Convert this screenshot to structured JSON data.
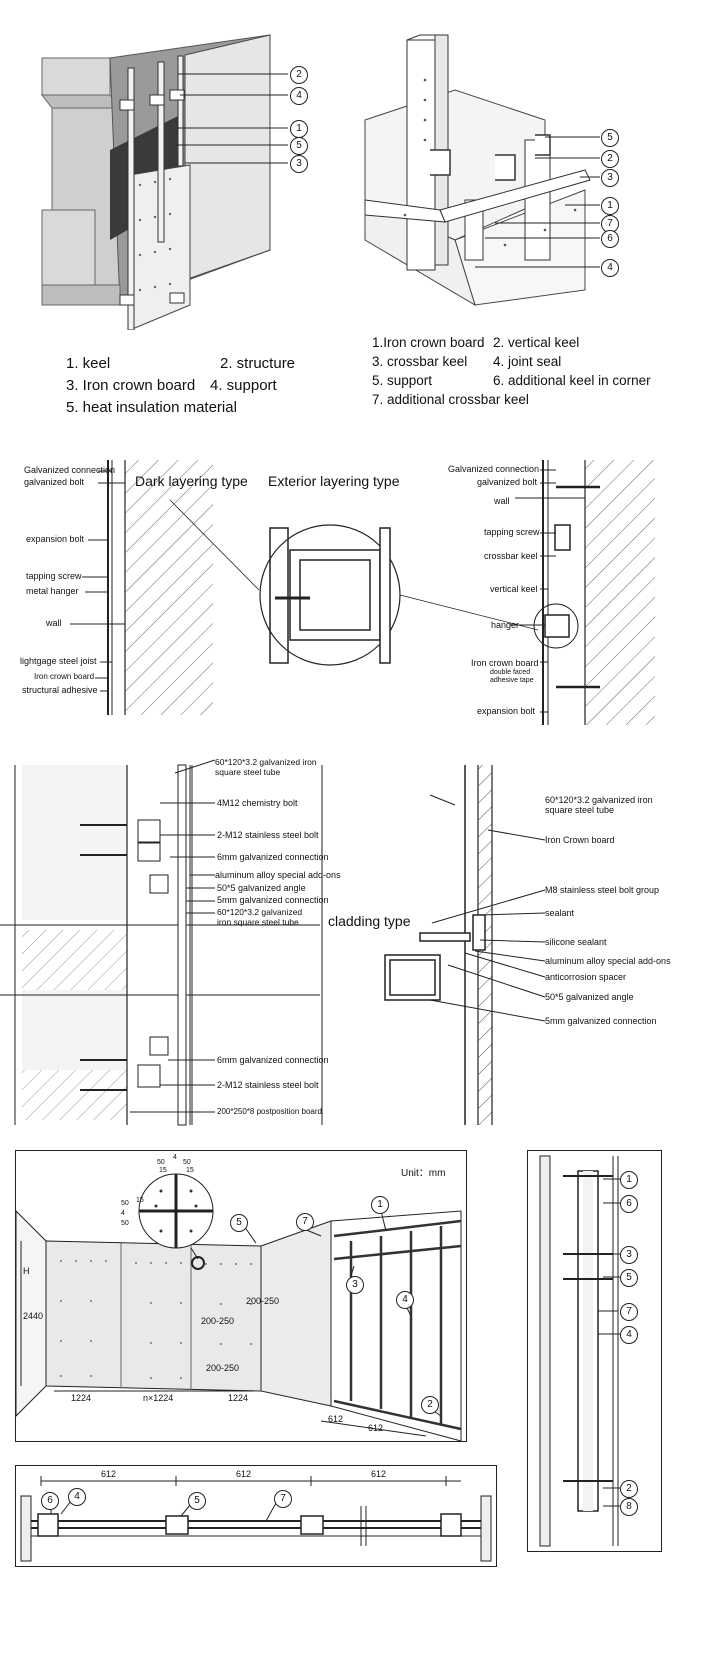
{
  "panel1": {
    "callouts": [
      "2",
      "4",
      "1",
      "5",
      "3"
    ],
    "legend": [
      "1. keel",
      "2. structure",
      "3.  Iron crown board",
      "4. support",
      "5. heat insulation material"
    ]
  },
  "panel2": {
    "callouts": [
      "5",
      "2",
      "3",
      "1",
      "7",
      "6",
      "4"
    ],
    "legend": [
      "1.Iron crown board",
      "2. vertical keel",
      "3. crossbar keel",
      "4. joint seal",
      "5. support",
      "6. additional keel in corner",
      "7. additional crossbar keel"
    ]
  },
  "panel3": {
    "left_labels": [
      "Galvanized connection",
      "galvanized bolt",
      "expansion bolt",
      "tapping screw",
      "metal hanger",
      "wall",
      "lightgage steel joist",
      "Iron crown board",
      "structural adhesive"
    ],
    "title_dark": "Dark layering type",
    "title_exterior": "Exterior layering type",
    "right_labels": [
      "Galvanized connection",
      "galvanized bolt",
      "wall",
      "tapping screw",
      "crossbar keel",
      "vertical keel",
      "hanger",
      "Iron crown board",
      "double  faced adhesive tape",
      "expansion bolt"
    ]
  },
  "panel4": {
    "left_labels": [
      "60*120*3.2  galvanized iron  square steel tube",
      "4M12 chemistry bolt",
      "2-M12 stainless steel bolt",
      "6mm galvanized connection",
      "aluminum alloy special add-ons",
      "50*5 galvanized angle",
      "5mm galvanized connection",
      "60*120*3.2  galvanized iron  square steel tube",
      "6mm galvanized connection",
      "2-M12 stainless steel bolt",
      "200*250*8 postposition board"
    ],
    "cladding_title": "cladding type",
    "right_labels": [
      "60*120*3.2  galvanized iron  square steel tube",
      "Iron Crown board",
      "M8 stainless steel bolt group",
      "sealant",
      "silicone sealant",
      "aluminum alloy special add-ons",
      "anticorrosion spacer",
      "50*5 galvanized angle",
      "5mm galvanized connection"
    ]
  },
  "panel5": {
    "unit": "Unit：mm",
    "dims": {
      "d50a": "50",
      "d4": "4",
      "d50b": "50",
      "d15a": "15",
      "d15b": "15",
      "d50c": "50",
      "d15c": "15",
      "d4b": "4",
      "d50d": "50",
      "h": "H",
      "h2440": "2440",
      "r1": "200-250",
      "r2": "200-250",
      "r3": "200-250",
      "w1": "1224",
      "w2": "n×1224",
      "w3": "1224",
      "w612a": "612",
      "w612b": "612"
    },
    "callouts": [
      "5",
      "7",
      "1",
      "3",
      "4",
      "2"
    ]
  },
  "panel6": {
    "callouts": [
      "1",
      "6",
      "3",
      "5",
      "7",
      "4",
      "2",
      "8"
    ]
  },
  "panel7": {
    "dims": [
      "612",
      "612",
      "612"
    ],
    "callouts": [
      "6",
      "4",
      "5",
      "7"
    ]
  }
}
